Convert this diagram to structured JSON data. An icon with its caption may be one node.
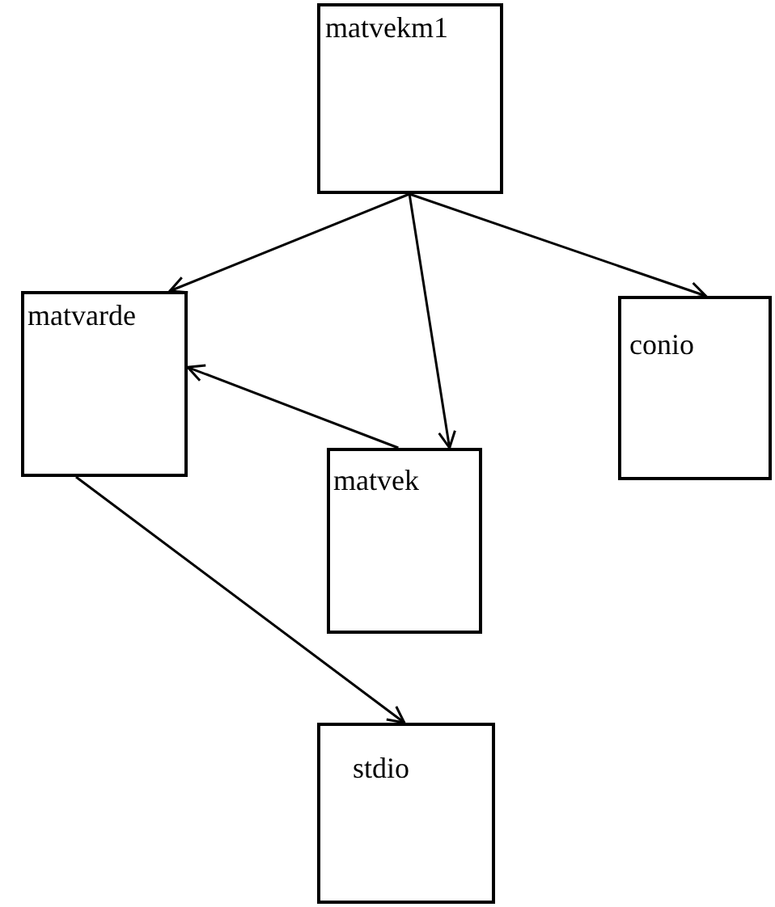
{
  "diagram": {
    "nodes": [
      {
        "text": [
          "matvekm1"
        ]
      },
      {
        "text": [
          "matvarde"
        ]
      },
      {
        "text": [
          "conio"
        ]
      },
      {
        "text": [
          "matvek"
        ]
      },
      {
        "text": [
          "stdio"
        ]
      }
    ],
    "edges": [
      {
        "from": 0,
        "to": 1,
        "arrow": "to"
      },
      {
        "from": 0,
        "to": 3,
        "arrow": "to"
      },
      {
        "from": 0,
        "to": 2,
        "arrow": "to"
      },
      {
        "from": 3,
        "to": 1,
        "arrow": "to"
      },
      {
        "from": 1,
        "to": 4,
        "arrow": "to"
      }
    ]
  }
}
